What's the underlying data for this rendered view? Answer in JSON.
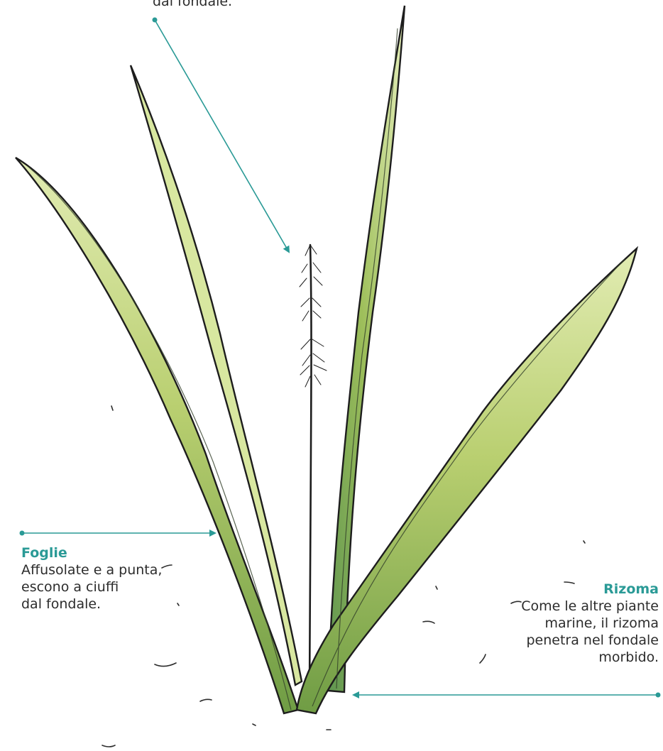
{
  "colors": {
    "accent": "#2a9a96",
    "leaf_light": "#d6e3a0",
    "leaf_mid": "#a9c463",
    "leaf_dark": "#6e9a3c",
    "ink": "#1d1d1d"
  },
  "labels": {
    "top": {
      "text": "dal fondale."
    },
    "foglie": {
      "title": "Foglie",
      "text": "Affusolate e a punta,\nescono a ciuffi\ndal fondale."
    },
    "rizoma": {
      "title": "Rizoma",
      "text": "Come le altre piante\nmarine, il rizoma\npenetra nel fondale\nmorbido."
    }
  }
}
